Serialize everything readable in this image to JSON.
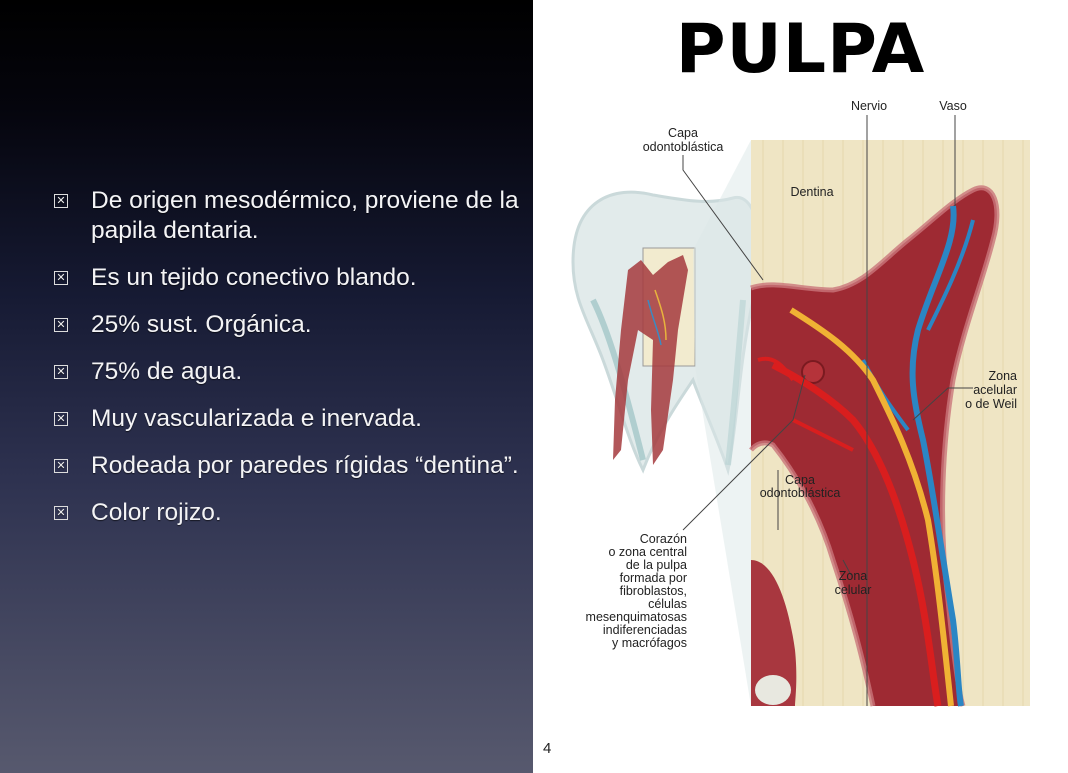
{
  "slide": {
    "title": "PULPA",
    "page_number": "4",
    "bullet_icon": "checkbox-icon",
    "bullets": [
      "De origen mesodérmico, proviene de la papila dentaria.",
      "Es un tejido conectivo blando.",
      "25% sust. Orgánica.",
      "75% de agua.",
      "Muy vascularizada e inervada.",
      "Rodeada por paredes rígidas “dentina”.",
      "Color rojizo."
    ]
  },
  "diagram": {
    "labels": {
      "nervio": "Nervio",
      "vaso": "Vaso",
      "capa_top": [
        "Capa",
        "odontoblástica"
      ],
      "dentina": "Dentina",
      "zona_acelular": [
        "Zona",
        "acelular",
        "o de Weil"
      ],
      "capa_mid": [
        "Capa",
        "odontoblástica"
      ],
      "corazon": [
        "Corazón",
        "o zona central",
        "de la pulpa",
        "formada por",
        "fibroblastos,",
        "células",
        "mesenquimatosas",
        "indiferenciadas",
        "y macrófagos"
      ],
      "zona_celular": [
        "Zona",
        "celular"
      ]
    }
  },
  "colors": {
    "dentin": "#efe5c4",
    "pulp": "#9e2a33",
    "artery": "#d91e1e",
    "vein": "#2b86c4",
    "nerve": "#f0b234"
  }
}
